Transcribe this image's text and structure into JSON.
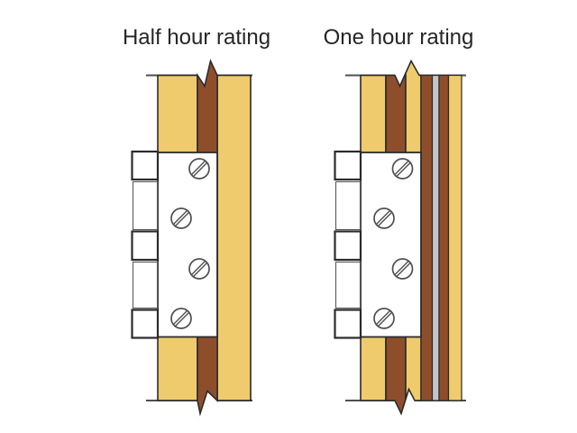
{
  "figure": {
    "description": "Fire door hinge edge detail comparison",
    "background": "#ffffff"
  },
  "panels": [
    {
      "id": "half-hour",
      "title": "Half hour rating",
      "hinge_knuckles": 5,
      "hinge_screws": 4
    },
    {
      "id": "one-hour",
      "title": "One hour rating",
      "hinge_knuckles": 5,
      "hinge_screws": 4,
      "extra_edge_layers": 4
    }
  ],
  "colors": {
    "bg": "#ffffff",
    "yellow": "#efcb6d",
    "brown": "#8e4e2b",
    "gray": "#c5c5c7",
    "plate": "#ffffff",
    "outline": "#2b2b2b",
    "line": "#4f4f4f",
    "screw": "#4f4f4f",
    "text": "#262626"
  }
}
